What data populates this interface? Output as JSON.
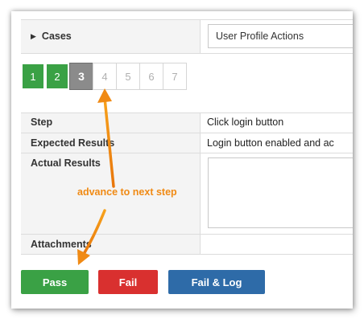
{
  "cases": {
    "label": "Cases",
    "value": "User Profile Actions"
  },
  "steps": [
    {
      "label": "1",
      "state": "done"
    },
    {
      "label": "2",
      "state": "done"
    },
    {
      "label": "3",
      "state": "current"
    },
    {
      "label": "4",
      "state": "todo"
    },
    {
      "label": "5",
      "state": "todo"
    },
    {
      "label": "6",
      "state": "todo"
    },
    {
      "label": "7",
      "state": "todo"
    }
  ],
  "details": {
    "step_label": "Step",
    "step_value": "Click login button",
    "expected_label": "Expected Results",
    "expected_value": "Login button enabled and ac",
    "actual_label": "Actual Results",
    "actual_value": "",
    "attachments_label": "Attachments"
  },
  "buttons": {
    "pass": "Pass",
    "fail": "Fail",
    "fail_log": "Fail & Log"
  },
  "annotation": {
    "text": "advance to next step"
  },
  "colors": {
    "pass_green": "#3aa145",
    "fail_red": "#d9302f",
    "faillog_blue": "#2e6ba8",
    "current_step_gray": "#8b8b8b",
    "annotation_orange": "#f08a14"
  }
}
